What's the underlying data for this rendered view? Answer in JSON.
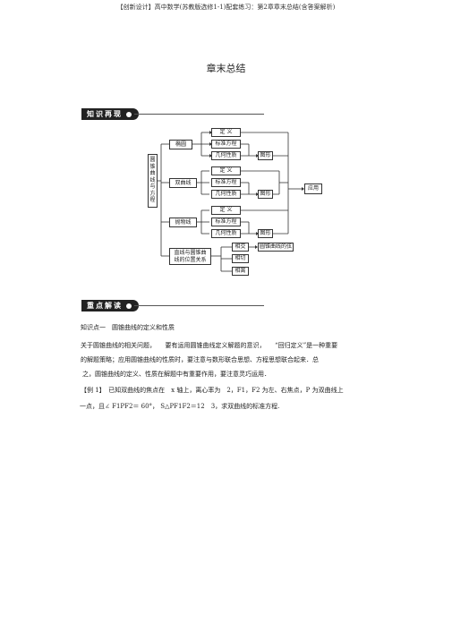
{
  "header": "【创新设计】高中数学(苏教版选修1-1)配套练习：第2章章末总结(含答案解析)",
  "title": "章末总结",
  "section1": "知识再现",
  "section2": "重点解读",
  "diagram": {
    "root": "圆锥曲线与方程",
    "ellipse": {
      "label": "椭圆",
      "items": [
        "定 义",
        "标准方程",
        "几何性质"
      ],
      "figure": "图形"
    },
    "hyperbola": {
      "label": "双曲线",
      "items": [
        "定 义",
        "标准方程",
        "几何性质"
      ],
      "figure": "图形"
    },
    "parabola": {
      "label": "抛物线",
      "items": [
        "定 义",
        "标准方程",
        "几何性质"
      ],
      "figure": "图形"
    },
    "position": {
      "label1": "直线与圆锥曲",
      "label2": "线的位置关系",
      "items": [
        "相交",
        "相切",
        "相离"
      ],
      "chord": "圆锥曲线的弦"
    },
    "application": "应用"
  },
  "content": {
    "kp1_title": "知识点一　圆锥曲线的定义和性质",
    "p1_line1": "关于圆锥曲线的相关问题，　　要有运用圆锥曲线定义解题的意识，　　“回归定义”是一种重要",
    "p1_line2": "的解题策略；应用圆锥曲线的性质时，要注意与数形联合思想、方程思想联合起来．总",
    "p1_line3": "之，圆锥曲线的定义、性质在解题中有重要作用，要注意灵巧运用．",
    "ex1_line1": "【例 1】　已知双曲线的焦点在　x 轴上，离心率为　2，F1，F2 为左、右焦点，P 为双曲线上",
    "ex1_line2": "一点，且∠ F1PF2＝ 60°， S△PF1F2＝12　3，求双曲线的标准方程."
  }
}
